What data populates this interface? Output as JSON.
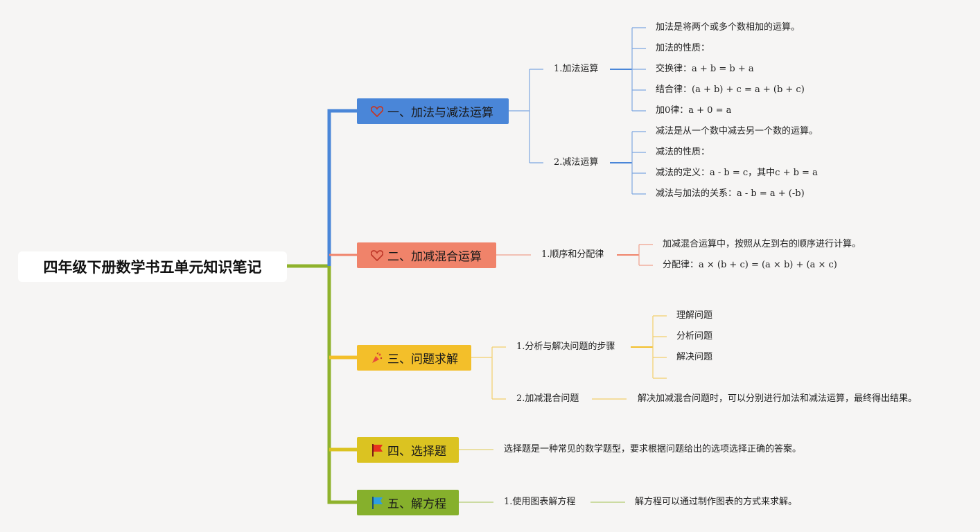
{
  "title": "四年级下册数学书五单元知识笔记",
  "topics": [
    {
      "label": "一、加法与减法运算",
      "icon": "heart-icon",
      "color": "#4a86d8",
      "subtopics": [
        {
          "label": "1.加法运算",
          "items": [
            "加法是将两个或多个数相加的运算。",
            "加法的性质：",
            "交换律：a + b = b + a",
            "结合律：(a + b) + c = a + (b + c)",
            "加0律：a + 0 = a"
          ]
        },
        {
          "label": "2.减法运算",
          "items": [
            "减法是从一个数中减去另一个数的运算。",
            "减法的性质：",
            "减法的定义：a - b = c，其中c + b = a",
            "减法与加法的关系：a - b = a + (-b)"
          ]
        }
      ]
    },
    {
      "label": "二、加减混合运算",
      "icon": "heart-icon",
      "color": "#f0836a",
      "subtopics": [
        {
          "label": "1.顺序和分配律",
          "items": [
            "加减混合运算中，按照从左到右的顺序进行计算。",
            "分配律：a × (b + c) = (a × b) + (a × c)"
          ]
        }
      ]
    },
    {
      "label": "三、问题求解",
      "icon": "party-popper-icon",
      "color": "#f3bf2a",
      "subtopics": [
        {
          "label": "1.分析与解决问题的步骤",
          "items": [
            "理解问题",
            "分析问题",
            "解决问题"
          ]
        },
        {
          "label": "2.加减混合问题",
          "items": [
            "解决加减混合问题时，可以分别进行加法和减法运算，最终得出结果。"
          ]
        }
      ]
    },
    {
      "label": "四、选择题",
      "icon": "red-flag-icon",
      "color": "#dbc321",
      "text": "选择题是一种常见的数学题型，要求根据问题给出的选项选择正确的答案。"
    },
    {
      "label": "五、解方程",
      "icon": "blue-flag-icon",
      "color": "#86b02c",
      "subtopics": [
        {
          "label": "1.使用图表解方程",
          "items": [
            "解方程可以通过制作图表的方式来求解。"
          ]
        }
      ]
    }
  ]
}
